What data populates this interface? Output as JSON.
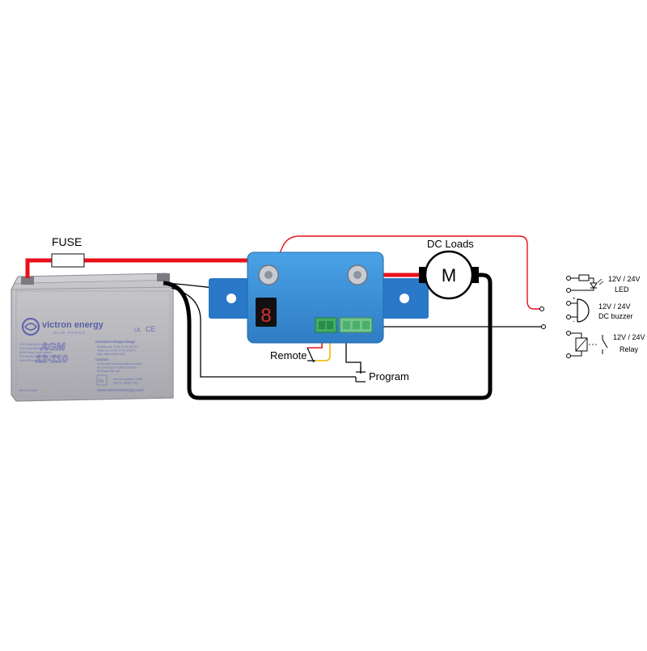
{
  "labels": {
    "fuse": "FUSE",
    "dc_loads": "DC Loads",
    "motor": "M",
    "remote": "Remote",
    "program": "Program",
    "led_voltage": "12V / 24V",
    "led_name": "LED",
    "buzzer_voltage": "12V / 24V",
    "buzzer_name": "DC buzzer",
    "relay_voltage": "12V / 24V",
    "relay_name": "Relay",
    "display_digit": "8"
  },
  "battery": {
    "brand": "victron energy",
    "tagline": "BLUE POWER",
    "model_line1": "AGM",
    "model_line2": "12-110",
    "charge_heading": "Constant voltage charge",
    "charge_lines": [
      "Standby use: 13.5V–13.8V @ 25°C",
      "Cycle use: 14.2V–14.9V @ 25°C",
      "Max. initial current: 30A"
    ],
    "caution_heading": "Caution:",
    "caution_lines": [
      "Avoid short circuiting battery terminals",
      "Do not charge in sealed container",
      "Recharge after use"
    ],
    "spec_lines": [
      "12V/110Ah@10hr Rate",
      "12V/110Ah@20hr Rate",
      "AGM Deep Cycle Battery",
      "RECHARGEABLE BATTERY",
      "NONSPILLABLE"
    ],
    "bottom_spec_lines": [
      "Nominal capacity: 110Ah",
      "Approx. weight: 32kg"
    ],
    "website": "www.victronenergy.com",
    "part_number": "BAT412101084",
    "ce_mark": "CE",
    "ul_mark": "UL",
    "recycle_mark": "Pb"
  },
  "colors": {
    "positive_wire": "#e8101a",
    "negative_wire": "#000000",
    "remote_wire_yellow": "#f0c020",
    "device_body": "#3a8fd6",
    "device_flange": "#2a78c8",
    "connector_green": "#4cbb6c",
    "battery_body": "#b6b6bb",
    "label_text": "#6b6fb3"
  }
}
